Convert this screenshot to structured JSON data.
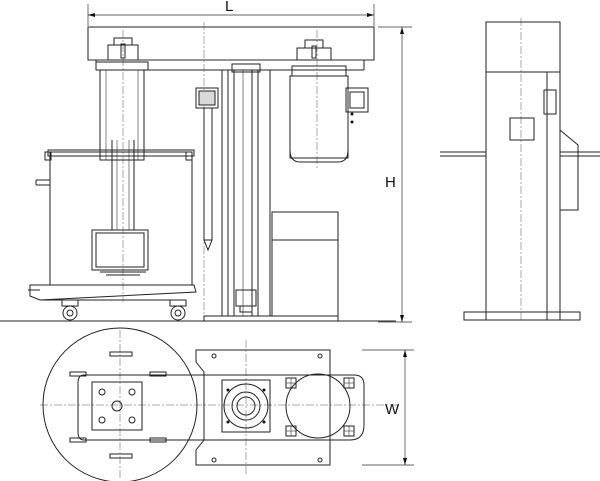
{
  "dimensions": {
    "length_label": "L",
    "height_label": "H",
    "width_label": "W"
  },
  "colors": {
    "line": "#222222",
    "shade": "#d9d9d9",
    "background": "#ffffff"
  }
}
